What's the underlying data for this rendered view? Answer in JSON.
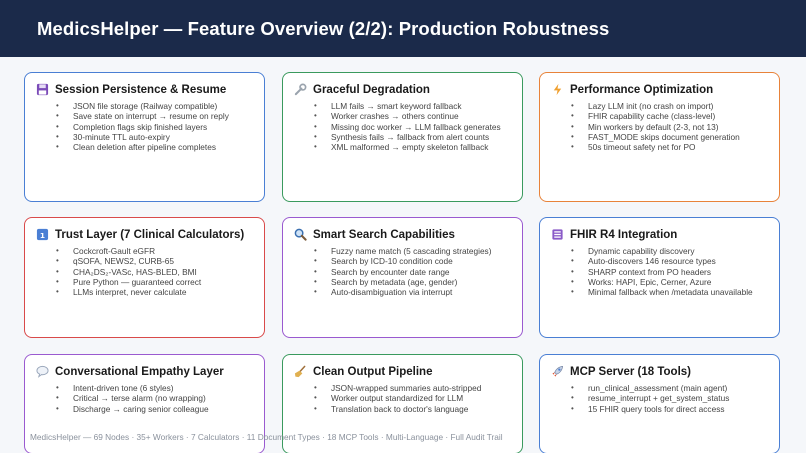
{
  "header": {
    "title": "MedicsHelper — Feature Overview (2/2): Production Robustness"
  },
  "cards": [
    {
      "title": "Session Persistence & Resume",
      "icon": "floppy-disk-icon",
      "color": "#4a7fd4",
      "items": [
        "JSON file storage (Railway compatible)",
        "Save state on interrupt → resume on reply",
        "Completion flags skip finished layers",
        "30-minute TTL auto-expiry",
        "Clean deletion after pipeline completes"
      ]
    },
    {
      "title": "Graceful Degradation",
      "icon": "wrench-icon",
      "color": "#3a9a5e",
      "items": [
        "LLM fails → smart keyword fallback",
        "Worker crashes → others continue",
        "Missing doc worker → LLM fallback generates",
        "Synthesis fails → fallback from alert counts",
        "XML malformed → empty skeleton fallback"
      ]
    },
    {
      "title": "Performance Optimization",
      "icon": "lightning-icon",
      "color": "#e8833a",
      "items": [
        "Lazy LLM init (no crash on import)",
        "FHIR capability cache (class-level)",
        "Min workers by default (2-3, not 13)",
        "FAST_MODE skips document generation",
        "50s timeout safety net for PO"
      ]
    },
    {
      "title": "Trust Layer (7 Clinical Calculators)",
      "icon": "calculator-icon",
      "color": "#d94a4a",
      "items": [
        "Cockcroft-Gault eGFR",
        "qSOFA, NEWS2, CURB-65",
        "CHA₂DS₂-VASc, HAS-BLED, BMI",
        "Pure Python — guaranteed correct",
        "LLMs interpret, never calculate"
      ]
    },
    {
      "title": "Smart Search Capabilities",
      "icon": "magnifier-icon",
      "color": "#9a5ad0",
      "items": [
        "Fuzzy name match (5 cascading strategies)",
        "Search by ICD-10 condition code",
        "Search by encounter date range",
        "Search by metadata (age, gender)",
        "Auto-disambiguation via interrupt"
      ]
    },
    {
      "title": "FHIR R4 Integration",
      "icon": "database-icon",
      "color": "#4a7fd4",
      "items": [
        "Dynamic capability discovery",
        "Auto-discovers 146 resource types",
        "SHARP context from PO headers",
        "Works: HAPI, Epic, Cerner, Azure",
        "Minimal fallback when /metadata unavailable"
      ]
    },
    {
      "title": "Conversational Empathy Layer",
      "icon": "speech-bubble-icon",
      "color": "#9a5ad0",
      "items": [
        "Intent-driven tone (6 styles)",
        "Critical → terse alarm (no wrapping)",
        "Discharge → caring senior colleague"
      ]
    },
    {
      "title": "Clean Output Pipeline",
      "icon": "broom-icon",
      "color": "#3a9a5e",
      "items": [
        "JSON-wrapped summaries auto-stripped",
        "Worker output standardized for LLM",
        "Translation back to doctor's language"
      ]
    },
    {
      "title": "MCP Server (18 Tools)",
      "icon": "rocket-icon",
      "color": "#4a7fd4",
      "items": [
        "run_clinical_assessment (main agent)",
        "resume_interrupt + get_system_status",
        "15 FHIR query tools for direct access"
      ]
    }
  ],
  "footer": "MedicsHelper — 69 Nodes · 35+ Workers · 7 Calculators · 11 Document Types · 18 MCP Tools · Multi-Language · Full Audit Trail"
}
